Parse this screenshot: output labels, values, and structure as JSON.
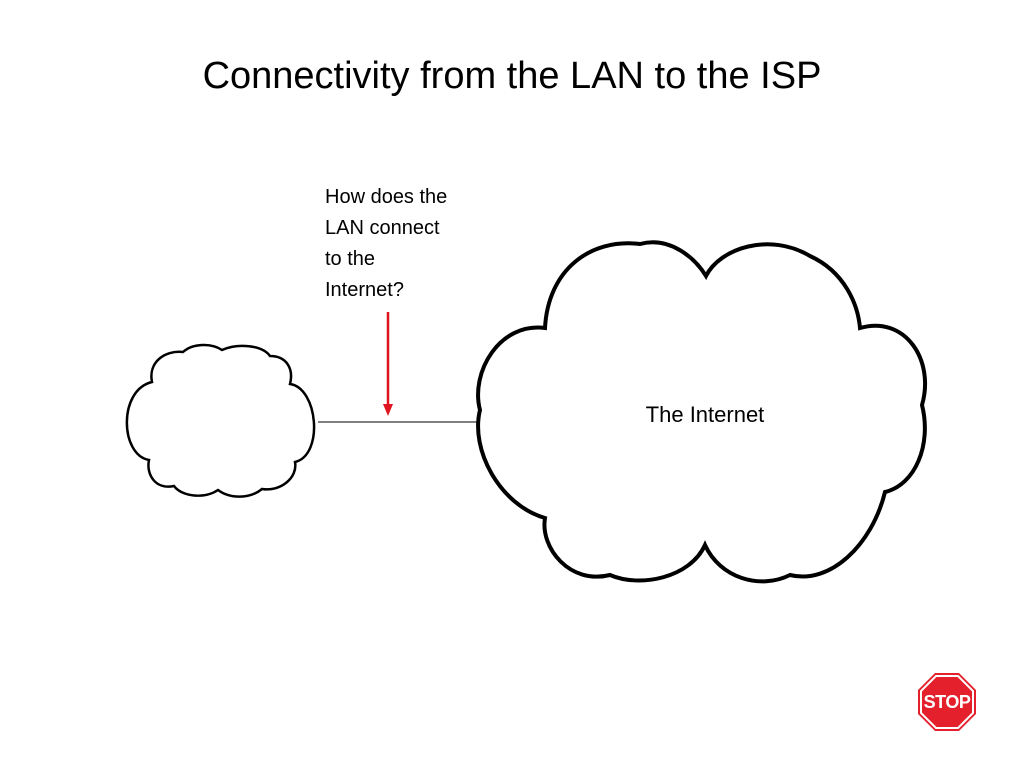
{
  "slide": {
    "title": "Connectivity from the LAN to the ISP",
    "question_lines": [
      "How does the",
      "LAN connect",
      "to the",
      "Internet?"
    ],
    "internet_cloud_label": "The Internet",
    "stop_sign_text": "STOP"
  },
  "colors": {
    "arrow": "#e0141e",
    "stop_red": "#e3202b",
    "link_line": "#808080",
    "outline": "#000000"
  }
}
